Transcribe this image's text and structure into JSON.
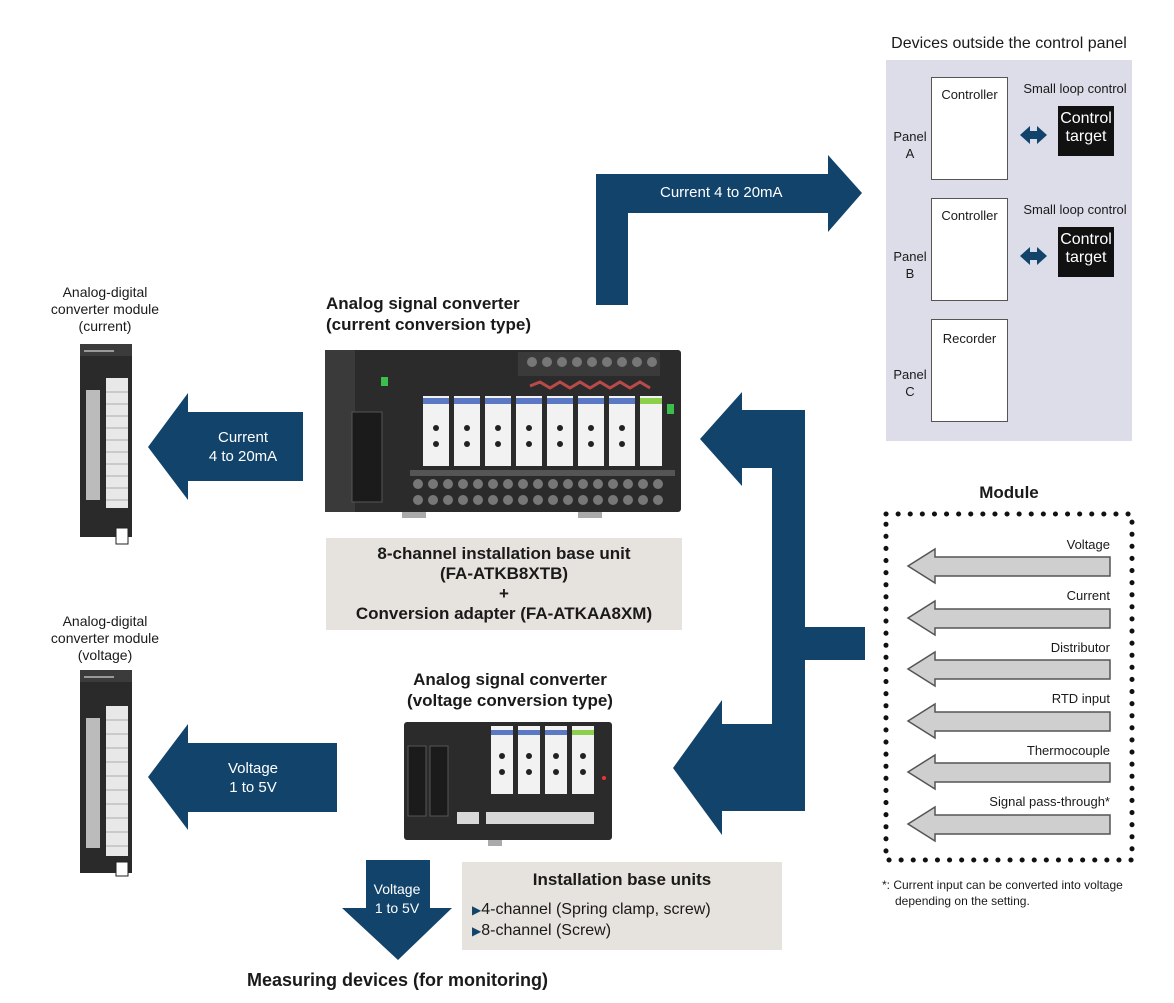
{
  "colors": {
    "arrow": "#12436b",
    "panel": "#dcdde8",
    "caption_bg": "#e6e2dd",
    "module_arrow": "#c9c9c9"
  },
  "outside_panel": {
    "title": "Devices outside the control panel",
    "panels": [
      {
        "label_line1": "Panel",
        "label_line2": "A",
        "device": "Controller",
        "loop": "Small loop control",
        "target_line1": "Control",
        "target_line2": "target"
      },
      {
        "label_line1": "Panel",
        "label_line2": "B",
        "device": "Controller",
        "loop": "Small loop control",
        "target_line1": "Control",
        "target_line2": "target"
      },
      {
        "label_line1": "Panel",
        "label_line2": "C",
        "device": "Recorder"
      }
    ]
  },
  "arrows": {
    "to_outside": "Current 4 to 20mA",
    "to_adc_current_line1": "Current",
    "to_adc_current_line2": "4 to 20mA",
    "to_adc_voltage_line1": "Voltage",
    "to_adc_voltage_line2": "1 to 5V",
    "to_measuring_line1": "Voltage",
    "to_measuring_line2": "1 to 5V"
  },
  "adc_current": {
    "line1": "Analog-digital",
    "line2": "converter module",
    "line3": "(current)"
  },
  "adc_voltage": {
    "line1": "Analog-digital",
    "line2": "converter module",
    "line3": "(voltage)"
  },
  "converter_current": {
    "title_line1": "Analog signal converter",
    "title_line2": "(current conversion type)",
    "caption_line1": "8-channel installation base unit",
    "caption_line2": "(FA-ATKB8XTB)",
    "caption_line3": "+",
    "caption_line4": "Conversion adapter (FA-ATKAA8XM)"
  },
  "converter_voltage": {
    "title_line1": "Analog signal converter",
    "title_line2": "(voltage conversion type)"
  },
  "installation": {
    "title": "Installation base units",
    "items": [
      "4-channel (Spring clamp, screw)",
      "8-channel (Screw)"
    ]
  },
  "module": {
    "title": "Module",
    "inputs": [
      "Voltage",
      "Current",
      "Distributor",
      "RTD input",
      "Thermocouple",
      "Signal pass-through*"
    ],
    "footnote_line1": "*: Current input can be converted into voltage",
    "footnote_line2": "depending on the setting."
  },
  "measuring": "Measuring devices (for monitoring)"
}
